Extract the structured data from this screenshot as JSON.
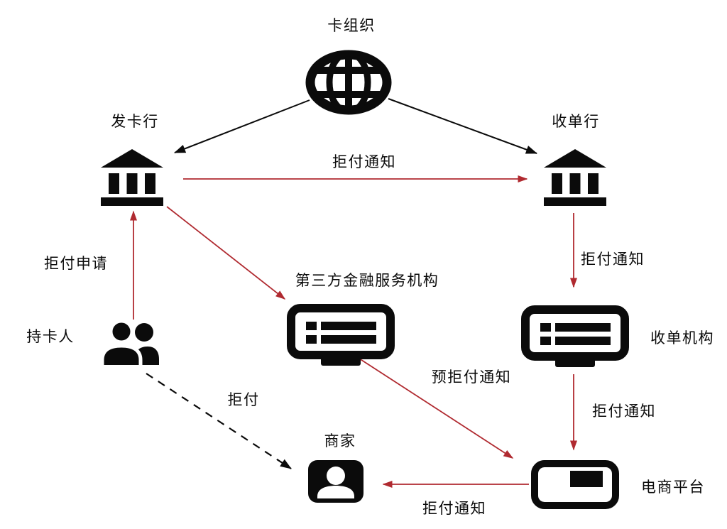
{
  "diagram": {
    "nodes": [
      {
        "id": "card-org",
        "label": "卡组织",
        "icon": "globe-icon"
      },
      {
        "id": "issuing-bank",
        "label": "发卡行",
        "icon": "bank-icon"
      },
      {
        "id": "acquiring-bank",
        "label": "收单行",
        "icon": "bank-icon"
      },
      {
        "id": "cardholder",
        "label": "持卡人",
        "icon": "people-icon"
      },
      {
        "id": "third-party-fsp",
        "label": "第三方金融服务机构",
        "icon": "monitor-icon"
      },
      {
        "id": "acquirer-org",
        "label": "收单机构",
        "icon": "monitor-icon"
      },
      {
        "id": "merchant",
        "label": "商家",
        "icon": "person-card-icon"
      },
      {
        "id": "ecommerce-platform",
        "label": "电商平台",
        "icon": "device-icon"
      }
    ],
    "edges": [
      {
        "from": "card-org",
        "to": "issuing-bank",
        "label": "",
        "style": "black-solid"
      },
      {
        "from": "card-org",
        "to": "acquiring-bank",
        "label": "",
        "style": "black-solid"
      },
      {
        "from": "issuing-bank",
        "to": "acquiring-bank",
        "label": "拒付通知",
        "style": "red-solid"
      },
      {
        "from": "cardholder",
        "to": "issuing-bank",
        "label": "拒付申请",
        "style": "red-solid"
      },
      {
        "from": "issuing-bank",
        "to": "third-party-fsp",
        "label": "",
        "style": "red-solid"
      },
      {
        "from": "acquiring-bank",
        "to": "acquirer-org",
        "label": "拒付通知",
        "style": "red-solid"
      },
      {
        "from": "third-party-fsp",
        "to": "ecommerce-platform",
        "label": "预拒付通知",
        "style": "red-solid"
      },
      {
        "from": "acquirer-org",
        "to": "ecommerce-platform",
        "label": "拒付通知",
        "style": "red-solid"
      },
      {
        "from": "ecommerce-platform",
        "to": "merchant",
        "label": "拒付通知",
        "style": "red-solid"
      },
      {
        "from": "cardholder",
        "to": "merchant",
        "label": "拒付",
        "style": "black-dashed"
      }
    ]
  },
  "colors": {
    "arrow_red": "#b02a30",
    "ink_black": "#0b0b0b",
    "background": "#ffffff"
  }
}
